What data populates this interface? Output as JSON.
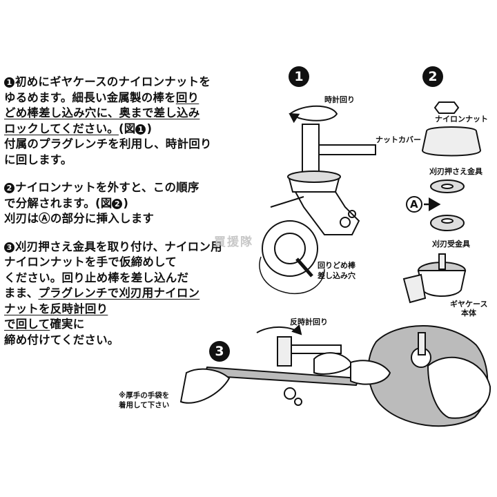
{
  "steps": [
    {
      "number": "1",
      "lines": [
        [
          "初めにギヤケースのナイロンナットを"
        ],
        [
          "ゆるめます。細長い金属製の棒を",
          "回り"
        ],
        [
          "どめ棒差し込み穴",
          "に、奥まで差し込み"
        ],
        [
          "ロックしてください。",
          "(図",
          ")"
        ],
        [
          "付属のプラグレンチを利用し、時計回り"
        ],
        [
          "に回します。"
        ]
      ]
    },
    {
      "number": "2",
      "lines": [
        [
          "ナイロンナットを外すと、この順序"
        ],
        [
          "で分解されます。(図",
          ")"
        ],
        [
          "刈刃は",
          "Ⓐ",
          "の部分に挿入します"
        ]
      ]
    },
    {
      "number": "3",
      "lines": [
        [
          "刈刃押さえ金具を取り付け、ナイロン用"
        ],
        [
          "ナイロンナットを手で仮締めして"
        ],
        [
          "ください。回り止め棒を差し込んだ"
        ],
        [
          "まま、",
          "プラグレンチで刈刃用ナイロン"
        ],
        [
          "ナットを反時計回り"
        ],
        [
          "で回して",
          "確実に"
        ],
        [
          "締め付けてください。"
        ]
      ]
    }
  ],
  "figure1": {
    "badge": "1",
    "rotation_label": "時計回り",
    "hole_label_line1": "回りどめ棒",
    "hole_label_line2": "差し込み穴"
  },
  "figure2": {
    "badge": "2",
    "parts": {
      "nylon_nut": "ナイロンナット",
      "nut_cover": "ナットカバー",
      "blade_holder": "刈刃押さえ金具",
      "blade_receiver": "刈刃受金具",
      "gear_case_line1": "ギヤケース",
      "gear_case_line2": "本体"
    },
    "a_marker": "A"
  },
  "figure3": {
    "badge": "3",
    "rotation_label": "反時計回り",
    "glove_note_line1": "※厚手の手袋を",
    "glove_note_line2": "着用して下さい"
  },
  "watermark": "買援隊"
}
